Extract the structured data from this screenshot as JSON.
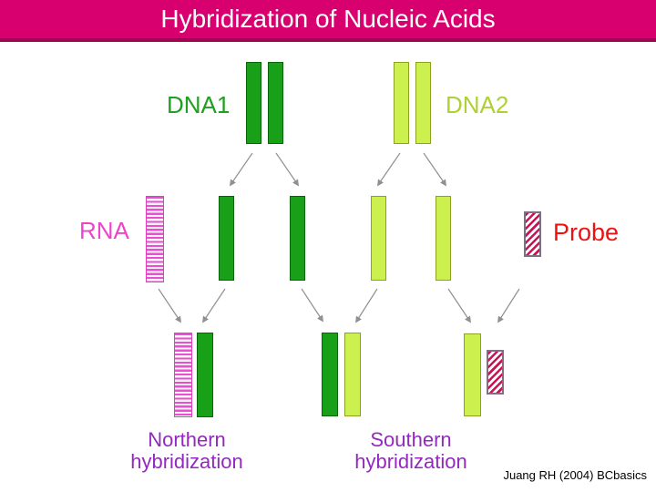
{
  "title": "Hybridization of Nucleic Acids",
  "strand_labels": {
    "dna1": "DNA1",
    "dna2": "DNA2",
    "rna": "RNA",
    "probe": "Probe"
  },
  "result_labels": {
    "northern_line1": "Northern",
    "northern_line2": "hybridization",
    "southern_line1": "Southern",
    "southern_line2": "hybridization"
  },
  "citation": "Juang RH (2004) BCbasics",
  "colors": {
    "title_bg": "#d8006e",
    "title_edge": "#a40253",
    "title_text": "#ffffff",
    "green_fill": "#18a018",
    "green_border": "#066606",
    "lime_fill": "#ccf04d",
    "lime_border": "#8da21f",
    "rna_stripe": "#e94fd0",
    "rna_bg": "#fdf3fc",
    "rna_border": "#e040c0",
    "probe_stripe": "#c81356",
    "probe_bg": "#ffffff",
    "probe_border": "#7d6f85",
    "dna1_text": "#1fa01f",
    "dna2_text": "#afd035",
    "rna_text": "#ee44cc",
    "probe_text": "#ee1111",
    "result_text": "#9329bd",
    "citation_text": "#000000",
    "arrow": "#909090"
  }
}
